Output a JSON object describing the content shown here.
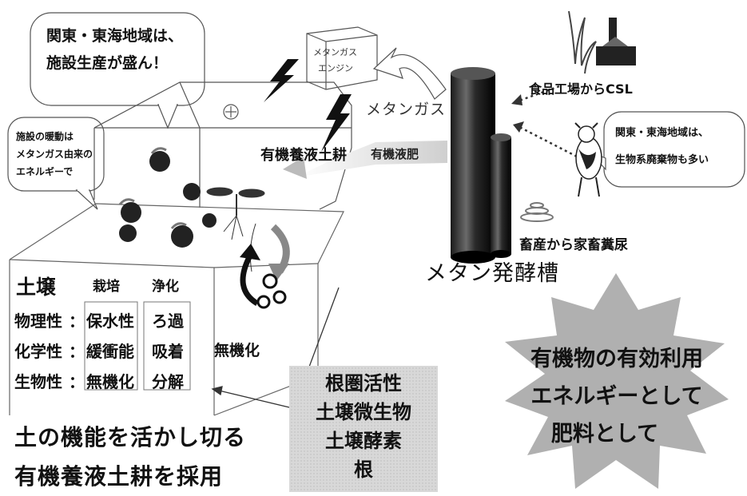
{
  "bubbles": {
    "kanto_facility": [
      "関東・東海地域は、",
      "施設生産が盛ん！"
    ],
    "greenhouse_heating": [
      "施設の暖動は",
      "メタンガス由来の",
      "エネルギーで"
    ],
    "kanto_biomass": [
      "関東・東海地域は、",
      "生物系廃棄物も多い"
    ]
  },
  "engine": {
    "lines": [
      "メタンガス",
      "エンジン"
    ]
  },
  "labels": {
    "methane_gas": "メタンガス",
    "food_factory": "食品工場からCSL",
    "organic_culture": "有機養液土耕",
    "organic_liquid_fertilizer": "有機液肥",
    "livestock": "畜産から家畜糞尿",
    "methane_tank": "メタン発酵槽",
    "mineralization": "無機化"
  },
  "soil_table": {
    "title": "土壌",
    "col_cultivation": "栽培",
    "col_purification": "浄化",
    "rows": [
      {
        "prop": "物理性",
        "sep": "：",
        "cult": "保水性",
        "puri": "ろ過"
      },
      {
        "prop": "化学性",
        "sep": "：",
        "cult": "緩衝能",
        "puri": "吸着"
      },
      {
        "prop": "生物性",
        "sep": "：",
        "cult": "無機化",
        "puri": "分解"
      }
    ]
  },
  "rhizosphere_box": [
    "根圏活性",
    "土壌微生物",
    "土壌酵素",
    "根"
  ],
  "bottom_text": [
    "土の機能を活かし切る",
    "有機養液土耕を採用"
  ],
  "star": [
    "有機物の有効利用",
    "エネルギーとして",
    "肥料として"
  ]
}
